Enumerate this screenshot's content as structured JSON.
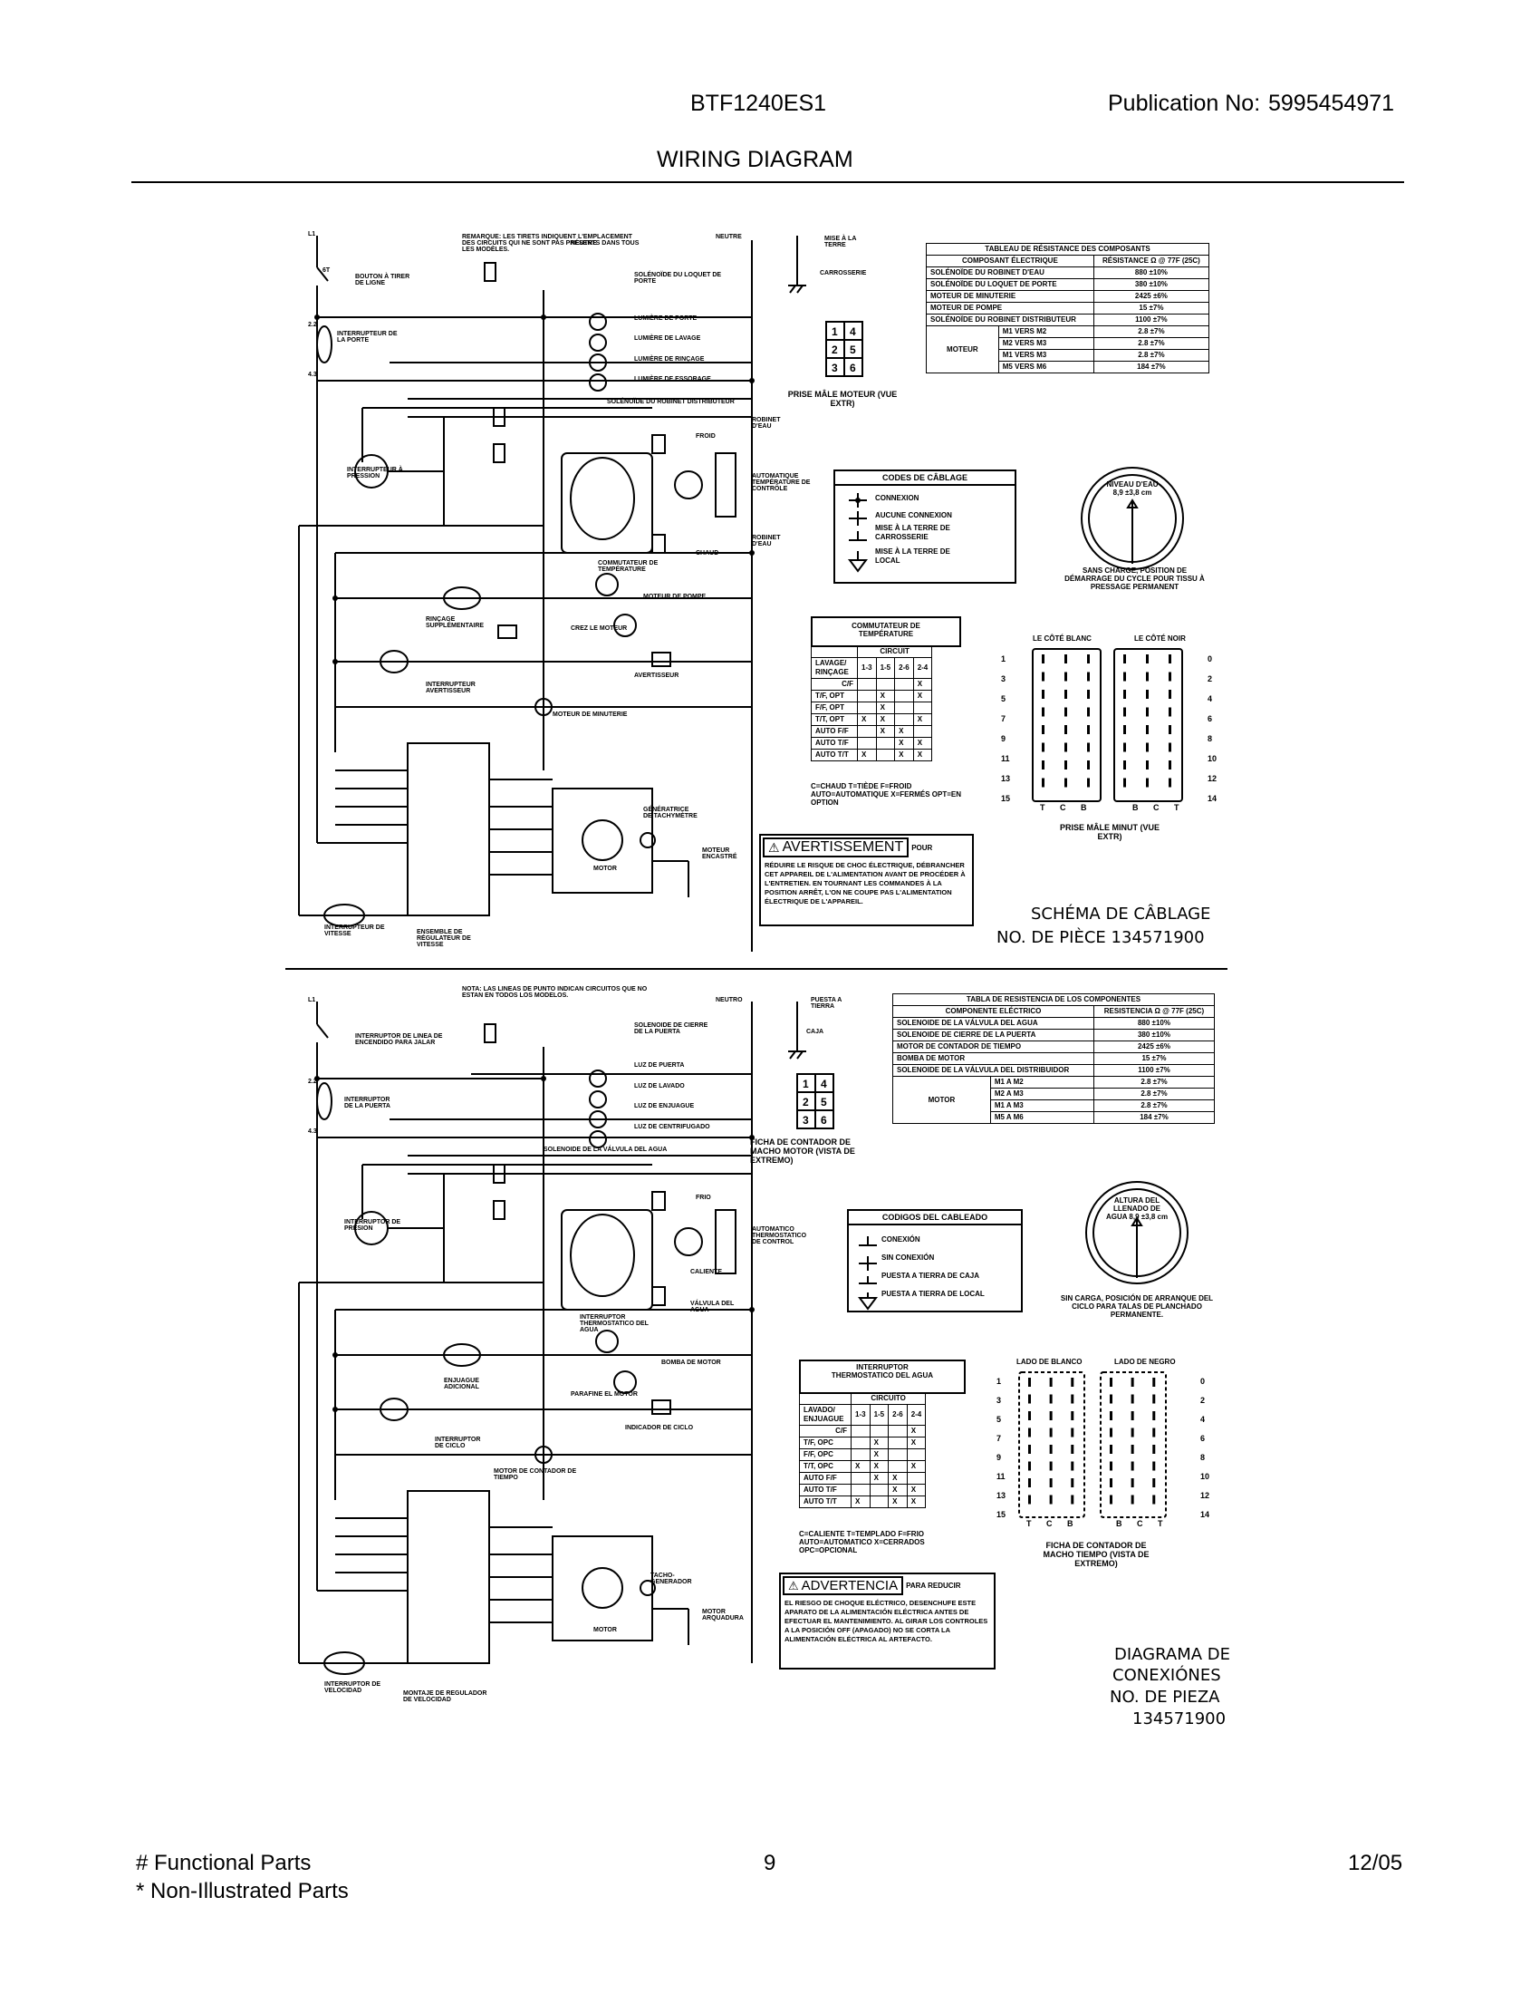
{
  "header": {
    "model": "BTF1240ES1",
    "publication_label": "Publication No:",
    "publication_no": "5995454971",
    "title": "WIRING DIAGRAM"
  },
  "fr": {
    "note": "REMARQUE: LES TIRETS INDIQUENT L'EMPLACEMENT DES CIRCUITS QUI NE SONT PAS PRÉSENTS DANS TOUS LES MODÈLES.",
    "neutral": "NEUTRE",
    "ground_label": "MISE À LA TERRE",
    "carrosserie": "CARROSSERIE",
    "labels": {
      "door_button": "BOUTON À TIRER DE LIGNE",
      "door_switch": "INTERRUPTEUR DE LA PORTE",
      "pressure_switch": "INTERRUPTEUR À PRESSION",
      "door_lock": "SOLÉNOÏDE DU LOQUET DE PORTE",
      "door_light": "LUMIÈRE DE PORTE",
      "wash_light": "LUMIÈRE DE LAVAGE",
      "rinse_light": "LUMIÈRE DE RINÇAGE",
      "spin_light": "LUMIÈRE DE ESSORAGE",
      "dispenser": "SOLÉNOÏDE DU ROBINET DISTRIBUTEUR",
      "water_valve": "ROBINET D'EAU",
      "cold": "FROID",
      "hot": "CHAUD",
      "temp_switch": "COMMUTATEUR DE TEMPÉRATURE",
      "auto_temp": "AUTOMATIQUE TEMPÉRATURE DE CONTRÔLE",
      "pump_motor": "MOTEUR DE POMPE",
      "extra_rinse": "RINÇAGE SUPPLÉMENTAIRE",
      "motor_trip": "CREZ LE MOTEUR",
      "signal": "AVERTISSEUR",
      "signal_switch": "INTERRUPTEUR AVERTISSEUR",
      "timer_motor": "MOTEUR DE MINUTERIE",
      "tacho": "GÉNÉRATRICE DE TACHYMÈTRE",
      "motor": "MOTOR",
      "drive_motor": "MOTEUR ENCASTRÉ",
      "speed_switch": "INTERRUPTEUR DE VITESSE",
      "speed_assy": "ENSEMBLE DE RÉGULATEUR DE VITESSE"
    },
    "motor_plug": "PRISE MÂLE MOTEUR (VUE EXTR)",
    "resistance_table": {
      "title": "TABLEAU DE RÉSISTANCE DES COMPOSANTS",
      "col1": "COMPOSANT ÉLECTRIQUE",
      "col2": "RÉSISTANCE Ω @ 77F (25C)",
      "rows": [
        [
          "SOLÉNOÏDE DU ROBINET D'EAU",
          "",
          "880 ±10%"
        ],
        [
          "SOLÉNOÏDE DU LOQUET DE PORTE",
          "",
          "380 ±10%"
        ],
        [
          "MOTEUR DE MINUTERIE",
          "",
          "2425 ±6%"
        ],
        [
          "MOTEUR DE POMPE",
          "",
          "15 ±7%"
        ],
        [
          "SOLÉNOÏDE DU ROBINET DISTRIBUTEUR",
          "",
          "1100 ±7%"
        ],
        [
          "MOTEUR",
          "M1 VERS M2",
          "2.8 ±7%"
        ],
        [
          "",
          "M2 VERS M3",
          "2.8 ±7%"
        ],
        [
          "",
          "M1 VERS M3",
          "2.8 ±7%"
        ],
        [
          "",
          "M5 VERS M6",
          "184 ±7%"
        ]
      ]
    },
    "codes": {
      "title": "CODES DE CÂBLAGE",
      "items": [
        "CONNEXION",
        "AUCUNE CONNEXION",
        "MISE À LA TERRE DE CARROSSERIE",
        "MISE À LA TERRE DE LOCAL"
      ]
    },
    "water_level": "NIVEAU D'EAU 8,9 ±3,8 cm",
    "water_caption": "SANS CHARGE, POSITION DE DÉMARRAGE DU CYCLE POUR TISSU À PRESSAGE PERMANENT",
    "temp_table": {
      "title": "COMMUTATEUR DE TEMPÉRATURE",
      "circuit": "CIRCUIT",
      "head": [
        "LAVAGE/ RINÇAGE",
        "1-3",
        "1-5",
        "2-6",
        "2-4"
      ],
      "rows": [
        [
          "C/F",
          "",
          "",
          "",
          "X"
        ],
        [
          "T/F, OPT",
          "",
          "X",
          "",
          "X"
        ],
        [
          "F/F, OPT",
          "",
          "X",
          "",
          ""
        ],
        [
          "T/T, OPT",
          "X",
          "X",
          "",
          "X"
        ],
        [
          "AUTO F/F",
          "",
          "X",
          "X",
          ""
        ],
        [
          "AUTO T/F",
          "",
          "",
          "X",
          "X"
        ],
        [
          "AUTO T/T",
          "X",
          "",
          "X",
          "X"
        ]
      ],
      "legend": "C=CHAUD  T=TIÈDE  F=FROID  AUTO=AUTOMATIQUE  X=FERMÉS  OPT=EN OPTION"
    },
    "timer_plug": {
      "white": "LE CÔTÉ BLANC",
      "black": "LE CÔTÉ NOIR",
      "caption": "PRISE MÂLE MINUT (VUE EXTR)"
    },
    "warning": {
      "title": "AVERTISSEMENT",
      "pour": "POUR",
      "text": "RÉDUIRE LE RISQUE DE CHOC ÉLECTRIQUE, DÉBRANCHER CET APPAREIL DE L'ALIMENTATION AVANT DE PROCÉDER À L'ENTRETIEN. EN TOURNANT LES COMMANDES À LA POSITION ARRÊT, L'ON NE COUPE PAS L'ALIMENTATION ÉLECTRIQUE DE L'APPAREIL."
    },
    "schema_line1": "SCHÉMA DE CÂBLAGE",
    "schema_line2": "NO. DE PIÈCE 134571900"
  },
  "es": {
    "note": "NOTA: LAS LINEAS DE PUNTO INDICAN CIRCUITOS QUE NO ESTAN EN TODOS LOS MODELOS.",
    "neutral": "NEUTRO",
    "ground_label": "PUESTA A TIERRA",
    "carrosserie": "CAJA",
    "labels": {
      "door_button": "INTERRUPTOR DE LINEA DE ENCENDIDO PARA JALAR",
      "door_switch": "INTERRUPTOR DE LA PUERTA",
      "pressure_switch": "INTERRUPTOR DE PRESION",
      "door_lock": "SOLENOIDE DE CIERRE DE LA PUERTA",
      "door_light": "LUZ DE PUERTA",
      "wash_light": "LUZ DE LAVADO",
      "rinse_light": "LUZ DE ENJUAGUE",
      "spin_light": "LUZ DE CENTRIFUGADO",
      "dispenser": "SOLENOIDE DE LA VÁLVULA DEL AGUA",
      "water_valve": "VÁLVULA DEL AGUA",
      "cold": "FRIO",
      "hot": "CALIENTE",
      "temp_switch": "INTERRUPTOR THERMOSTATICO DEL AGUA",
      "auto_temp": "AUTOMATICO THERMOSTATICO DE CONTROL",
      "pump_motor": "BOMBA DE MOTOR",
      "extra_rinse": "ENJUAGUE ADICIONAL",
      "motor_trip": "PARAFINE EL MOTOR",
      "signal": "INDICADOR DE CICLO",
      "signal_switch": "INTERRUPTOR DE CICLO",
      "timer_motor": "MOTOR DE CONTADOR DE TIEMPO",
      "tacho": "TACHO-GENERADOR",
      "motor": "MOTOR",
      "drive_motor": "MOTOR ARQUADURA",
      "speed_switch": "INTERRUPTOR DE VELOCIDAD",
      "speed_assy": "MONTAJE DE REGULADOR DE VELOCIDAD"
    },
    "motor_plug": "FICHA DE CONTADOR DE MACHO MOTOR (VISTA DE EXTREMO)",
    "resistance_table": {
      "title": "TABLA DE RESISTENCIA DE LOS COMPONENTES",
      "col1": "COMPONENTE ELÉCTRICO",
      "col2": "RESISTENCIA Ω @ 77F (25C)",
      "rows": [
        [
          "SOLENOIDE DE LA VÁLVULA DEL AGUA",
          "",
          "880 ±10%"
        ],
        [
          "SOLENOIDE DE CIERRE DE LA PUERTA",
          "",
          "380 ±10%"
        ],
        [
          "MOTOR DE CONTADOR DE TIEMPO",
          "",
          "2425 ±6%"
        ],
        [
          "BOMBA DE MOTOR",
          "",
          "15 ±7%"
        ],
        [
          "SOLENOIDE DE LA VÁLVULA DEL DISTRIBUIDOR",
          "",
          "1100 ±7%"
        ],
        [
          "MOTOR",
          "M1 A M2",
          "2.8 ±7%"
        ],
        [
          "",
          "M2 A M3",
          "2.8 ±7%"
        ],
        [
          "",
          "M1 A M3",
          "2.8 ±7%"
        ],
        [
          "",
          "M5 A M6",
          "184 ±7%"
        ]
      ]
    },
    "codes": {
      "title": "CODIGOS DEL CABLEADO",
      "items": [
        "CONEXIÓN",
        "SIN CONEXIÓN",
        "PUESTA A TIERRA DE CAJA",
        "PUESTA A TIERRA DE LOCAL"
      ]
    },
    "water_level": "ALTURA DEL LLENADO DE AGUA 8,9 ±3,8 cm",
    "water_caption": "SIN CARGA, POSICIÓN DE ARRANQUE DEL CICLO PARA TALAS DE PLANCHADO PERMANENTE.",
    "temp_table": {
      "title": "INTERRUPTOR THERMOSTATICO DEL AGUA",
      "circuit": "CIRCUITO",
      "head": [
        "LAVADO/ ENJUAGUE",
        "1-3",
        "1-5",
        "2-6",
        "2-4"
      ],
      "rows": [
        [
          "C/F",
          "",
          "",
          "",
          "X"
        ],
        [
          "T/F, OPC",
          "",
          "X",
          "",
          "X"
        ],
        [
          "F/F, OPC",
          "",
          "X",
          "",
          ""
        ],
        [
          "T/T, OPC",
          "X",
          "X",
          "",
          "X"
        ],
        [
          "AUTO F/F",
          "",
          "X",
          "X",
          ""
        ],
        [
          "AUTO T/F",
          "",
          "",
          "X",
          "X"
        ],
        [
          "AUTO T/T",
          "X",
          "",
          "X",
          "X"
        ]
      ],
      "legend": "C=CALIENTE  T=TEMPLADO  F=FRIO  AUTO=AUTOMATICO  X=CERRADOS  OPC=OPCIONAL"
    },
    "timer_plug": {
      "white": "LADO DE BLANCO",
      "black": "LADO DE NEGRO",
      "caption": "FICHA DE CONTADOR DE MACHO TIEMPO (VISTA DE EXTREMO)"
    },
    "warning": {
      "title": "ADVERTENCIA",
      "pour": "PARA REDUCIR",
      "text": "EL RIESGO DE CHOQUE ELÉCTRICO, DESENCHUFE ESTE APARATO DE LA ALIMENTACIÓN ELÉCTRICA ANTES DE EFECTUAR EL MANTENIMIENTO. AL GIRAR LOS CONTROLES A LA POSICIÓN OFF (APAGADO) NO SE CORTA LA ALIMENTACIÓN ELÉCTRICA AL ARTEFACTO."
    },
    "schema_line1": "DIAGRAMA DE",
    "schema_line2": "CONEXIÓNES",
    "schema_line3": "NO. DE PIEZA",
    "schema_line4": "134571900"
  },
  "plug_rows": {
    "left_nums": [
      "1",
      "3",
      "5",
      "7",
      "9",
      "11",
      "13",
      "15"
    ],
    "right_nums": [
      "0",
      "2",
      "4",
      "6",
      "8",
      "10",
      "12",
      "14"
    ],
    "bottom_left": [
      "T",
      "C",
      "B"
    ],
    "bottom_right": [
      "B",
      "C",
      "T"
    ]
  },
  "footer": {
    "functional": "# Functional Parts",
    "non_illustrated": "* Non-Illustrated Parts",
    "page": "9",
    "date": "12/05"
  }
}
